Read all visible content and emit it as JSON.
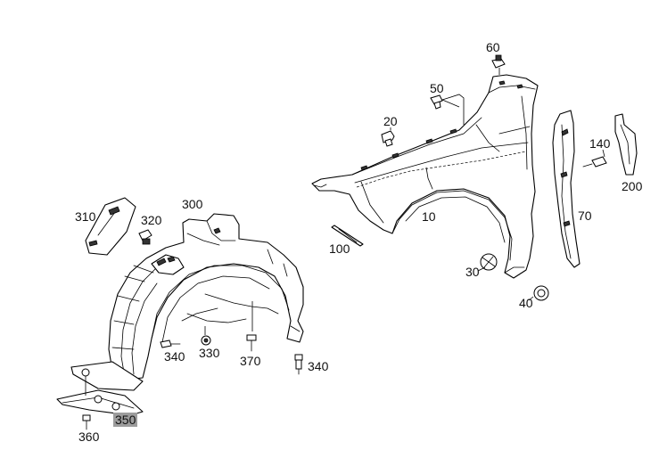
{
  "diagram": {
    "parts": [
      {
        "id": "fender",
        "number": "10"
      },
      {
        "id": "clip-20",
        "number": "20"
      },
      {
        "id": "clip-30",
        "number": "30"
      },
      {
        "id": "nut-40",
        "number": "40"
      },
      {
        "id": "clip-50",
        "number": "50"
      },
      {
        "id": "bolt-60",
        "number": "60"
      },
      {
        "id": "seal-70",
        "number": "70"
      },
      {
        "id": "trim-100",
        "number": "100"
      },
      {
        "id": "bolt-140",
        "number": "140"
      },
      {
        "id": "insulator-200",
        "number": "200"
      },
      {
        "id": "wheel-liner",
        "number": "300"
      },
      {
        "id": "bracket-310",
        "number": "310"
      },
      {
        "id": "clip-320",
        "number": "320"
      },
      {
        "id": "nut-330",
        "number": "330"
      },
      {
        "id": "screw-340a",
        "number": "340"
      },
      {
        "id": "screw-340b",
        "number": "340"
      },
      {
        "id": "underpanel-350",
        "number": "350",
        "highlighted": true
      },
      {
        "id": "screw-360",
        "number": "360"
      },
      {
        "id": "screw-370",
        "number": "370"
      }
    ],
    "highlight_color": "#9c9c9c"
  }
}
